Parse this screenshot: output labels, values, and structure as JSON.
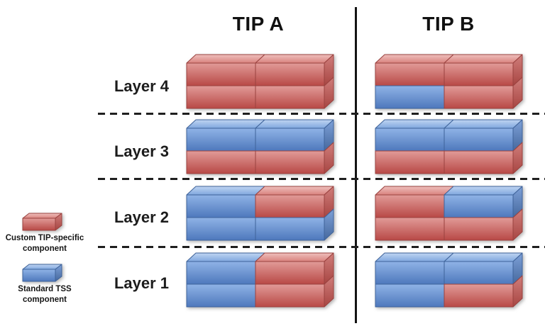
{
  "columns": [
    {
      "label": "TIP A"
    },
    {
      "label": "TIP B"
    }
  ],
  "layers": [
    {
      "label": "Layer 4",
      "tip_a": {
        "top": [
          "red",
          "red"
        ],
        "bottom": [
          "red",
          "red"
        ]
      },
      "tip_b": {
        "top": [
          "red",
          "red"
        ],
        "bottom": [
          "blue",
          "red"
        ]
      }
    },
    {
      "label": "Layer 3",
      "tip_a": {
        "top": [
          "blue",
          "blue"
        ],
        "bottom": [
          "red",
          "red"
        ]
      },
      "tip_b": {
        "top": [
          "blue",
          "blue"
        ],
        "bottom": [
          "red",
          "red"
        ]
      }
    },
    {
      "label": "Layer 2",
      "tip_a": {
        "top": [
          "blue",
          "red"
        ],
        "bottom": [
          "blue",
          "blue"
        ]
      },
      "tip_b": {
        "top": [
          "red",
          "blue"
        ],
        "bottom": [
          "red",
          "red"
        ]
      }
    },
    {
      "label": "Layer 1",
      "tip_a": {
        "top": [
          "blue",
          "red"
        ],
        "bottom": [
          "blue",
          "red"
        ]
      },
      "tip_b": {
        "top": [
          "blue",
          "blue"
        ],
        "bottom": [
          "blue",
          "red"
        ]
      }
    }
  ],
  "legend": [
    {
      "color": "red",
      "label": "Custom TIP-specific component"
    },
    {
      "color": "blue",
      "label": "Standard TSS component"
    }
  ],
  "colors": {
    "red": {
      "front": [
        "#e19b98",
        "#b84946"
      ],
      "top": [
        "#efc0bd",
        "#d8817d"
      ],
      "side": [
        "#d07e7b",
        "#a74542"
      ],
      "stroke": "#9a423f"
    },
    "blue": {
      "front": [
        "#8fb3e6",
        "#4e78bc"
      ],
      "top": [
        "#c0d5f2",
        "#7fa7de"
      ],
      "side": [
        "#7ea1d8",
        "#45689e"
      ],
      "stroke": "#3f639a"
    },
    "line": "#1a1a1a"
  }
}
